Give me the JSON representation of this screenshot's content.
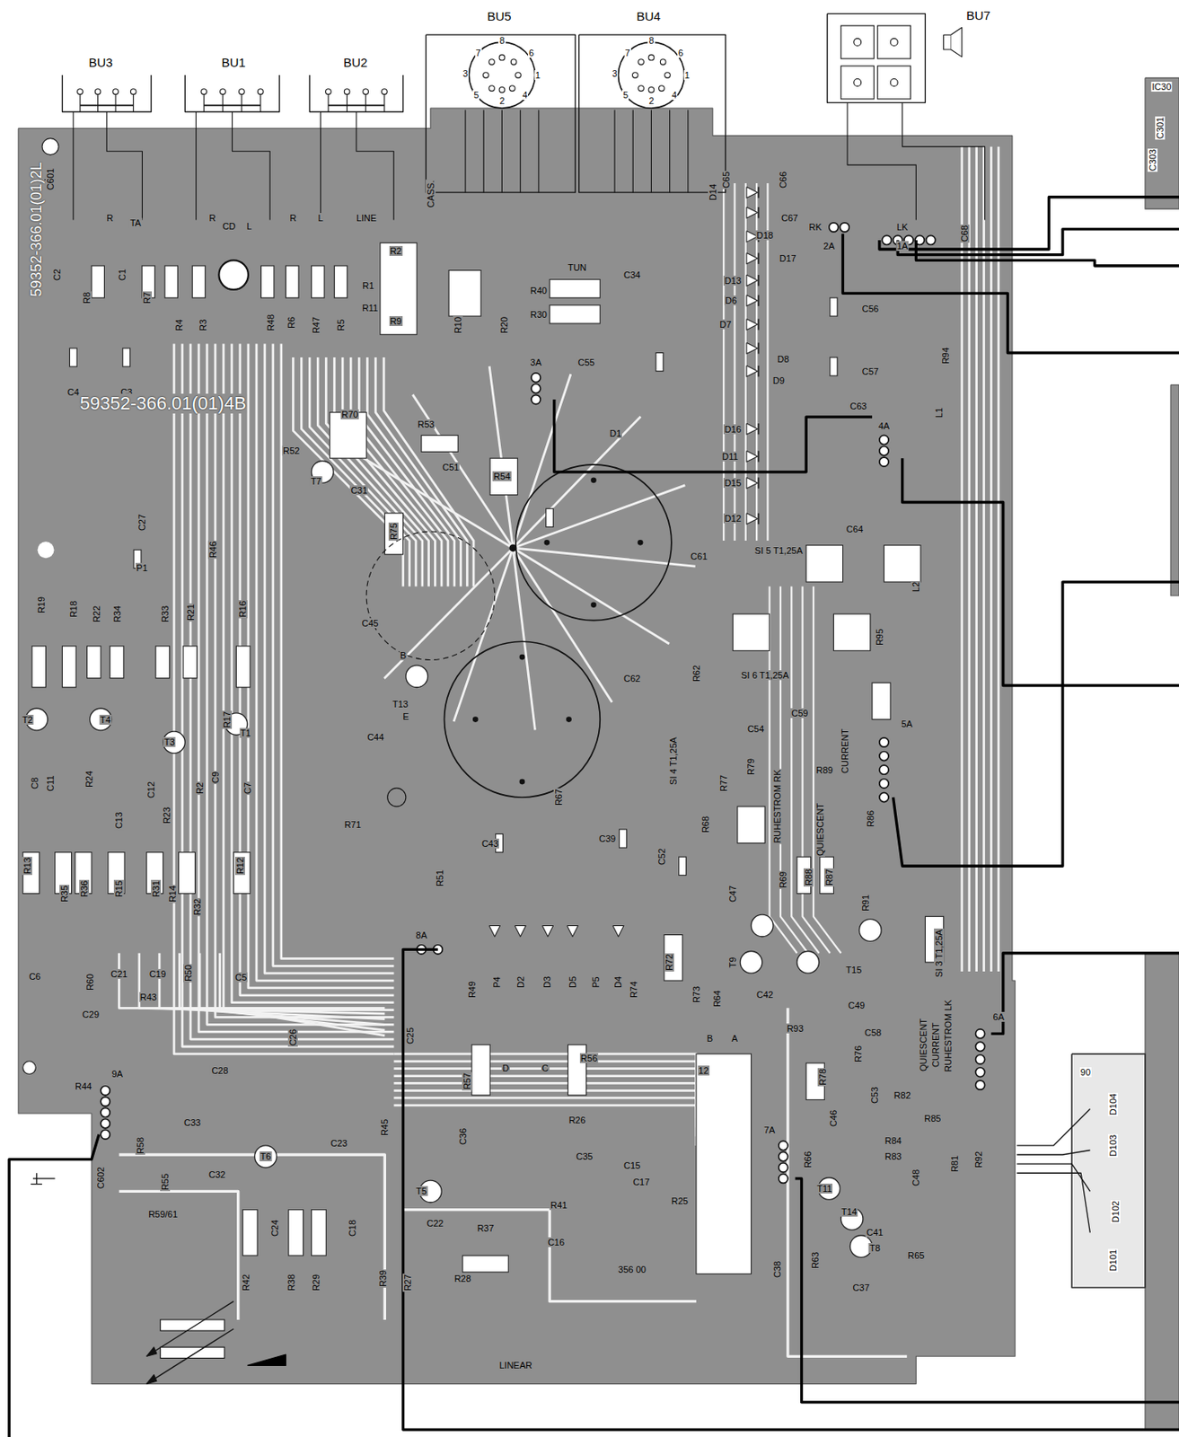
{
  "diagram": {
    "nodes": [
      {
        "text": [
          "BU3"
        ]
      },
      {
        "text": [
          "BU1"
        ]
      },
      {
        "text": [
          "BU2"
        ]
      },
      {
        "text": [
          "BU5"
        ]
      },
      {
        "text": [
          "BU4"
        ]
      },
      {
        "text": [
          "BU7"
        ]
      }
    ],
    "labels": [
      "R",
      "TA",
      "R",
      "CD",
      "L",
      "R",
      "L",
      "LINE",
      "CASS.",
      "R2",
      "R1",
      "R11",
      "R9",
      "R10",
      "R20",
      "R40",
      "R30",
      "TUN",
      "C34",
      "C2",
      "R8",
      "C1",
      "R7",
      "R4",
      "R3",
      "R48",
      "R6",
      "R47",
      "R5",
      "C4",
      "C3",
      "59352-366.01(01)4B",
      "59352-366.01(01)2L",
      "C601",
      "3A",
      "C55",
      "D14",
      "C65",
      "C66",
      "C67",
      "RK",
      "2A",
      "LK",
      "1A",
      "C68",
      "D18",
      "D17",
      "D13",
      "D6",
      "D7",
      "D8",
      "D9",
      "C56",
      "C57",
      "R94",
      "C63",
      "D16",
      "D11",
      "D15",
      "D12",
      "4A",
      "C64",
      "D1",
      "C61",
      "SI 5 T1,25A",
      "SI 6 T1,25A",
      "R95",
      "L2",
      "L1",
      "R70",
      "R53",
      "R52",
      "C51",
      "R54",
      "T7",
      "C31",
      "R75",
      "C45",
      "B",
      "T13",
      "E",
      "C44",
      "R71",
      "C62",
      "R62",
      "C27",
      "R46",
      "R19",
      "R18",
      "R22",
      "R34",
      "P1",
      "R33",
      "R21",
      "R16",
      "T2",
      "T4",
      "T3",
      "R17",
      "T1",
      "C8",
      "C11",
      "R24",
      "C13",
      "C12",
      "R23",
      "R2",
      "C9",
      "C7",
      "R13",
      "R35",
      "R36",
      "R15",
      "R31",
      "R14",
      "R32",
      "R12",
      "C6",
      "R60",
      "C21",
      "C19",
      "R50",
      "C5",
      "R43",
      "C29",
      "C26",
      "C25",
      "C28",
      "R44",
      "9A",
      "R51",
      "C43",
      "R67",
      "C39",
      "C52",
      "SI 4 T1,25A",
      "C54",
      "C59",
      "R77",
      "R79",
      "RUHESTROM RK",
      "QUIESCENT",
      "CURRENT",
      "R89",
      "5A",
      "R86",
      "R68",
      "C47",
      "R69",
      "R88",
      "R87",
      "R91",
      "T15",
      "T9",
      "C42",
      "C49",
      "R93",
      "C58",
      "R76",
      "R78",
      "QUIESCENT",
      "CURRENT",
      "RUHESTROM LK",
      "6A",
      "SI 3 T1,25A",
      "8A",
      "R49",
      "P4",
      "D2",
      "D3",
      "D5",
      "P5",
      "D4",
      "R74",
      "R72",
      "R73",
      "R64",
      "R57",
      "D",
      "C",
      "R56",
      "C36",
      "R26",
      "C35",
      "C15",
      "C17",
      "B",
      "A",
      "12",
      "R25",
      "7A",
      "R66",
      "C46",
      "R82",
      "R85",
      "R84",
      "R83",
      "R81",
      "R92",
      "C48",
      "T11",
      "T14",
      "C41",
      "T8",
      "R65",
      "C53",
      "C37",
      "C38",
      "R63",
      "356 00",
      "C16",
      "R28",
      "C22",
      "R37",
      "R41",
      "T5",
      "R45",
      "C23",
      "T6",
      "C18",
      "R39",
      "R27",
      "R42",
      "C24",
      "R38",
      "R29",
      "C33",
      "C32",
      "R58",
      "R55",
      "C602",
      "R59/61",
      "LINEAR",
      "7",
      "8",
      "6",
      "3",
      "1",
      "5",
      "2",
      "4",
      "7",
      "8",
      "6",
      "3",
      "1",
      "5",
      "2",
      "4",
      "IC30",
      "C301",
      "C303",
      "90",
      "D104",
      "D103",
      "D102",
      "D101"
    ]
  }
}
